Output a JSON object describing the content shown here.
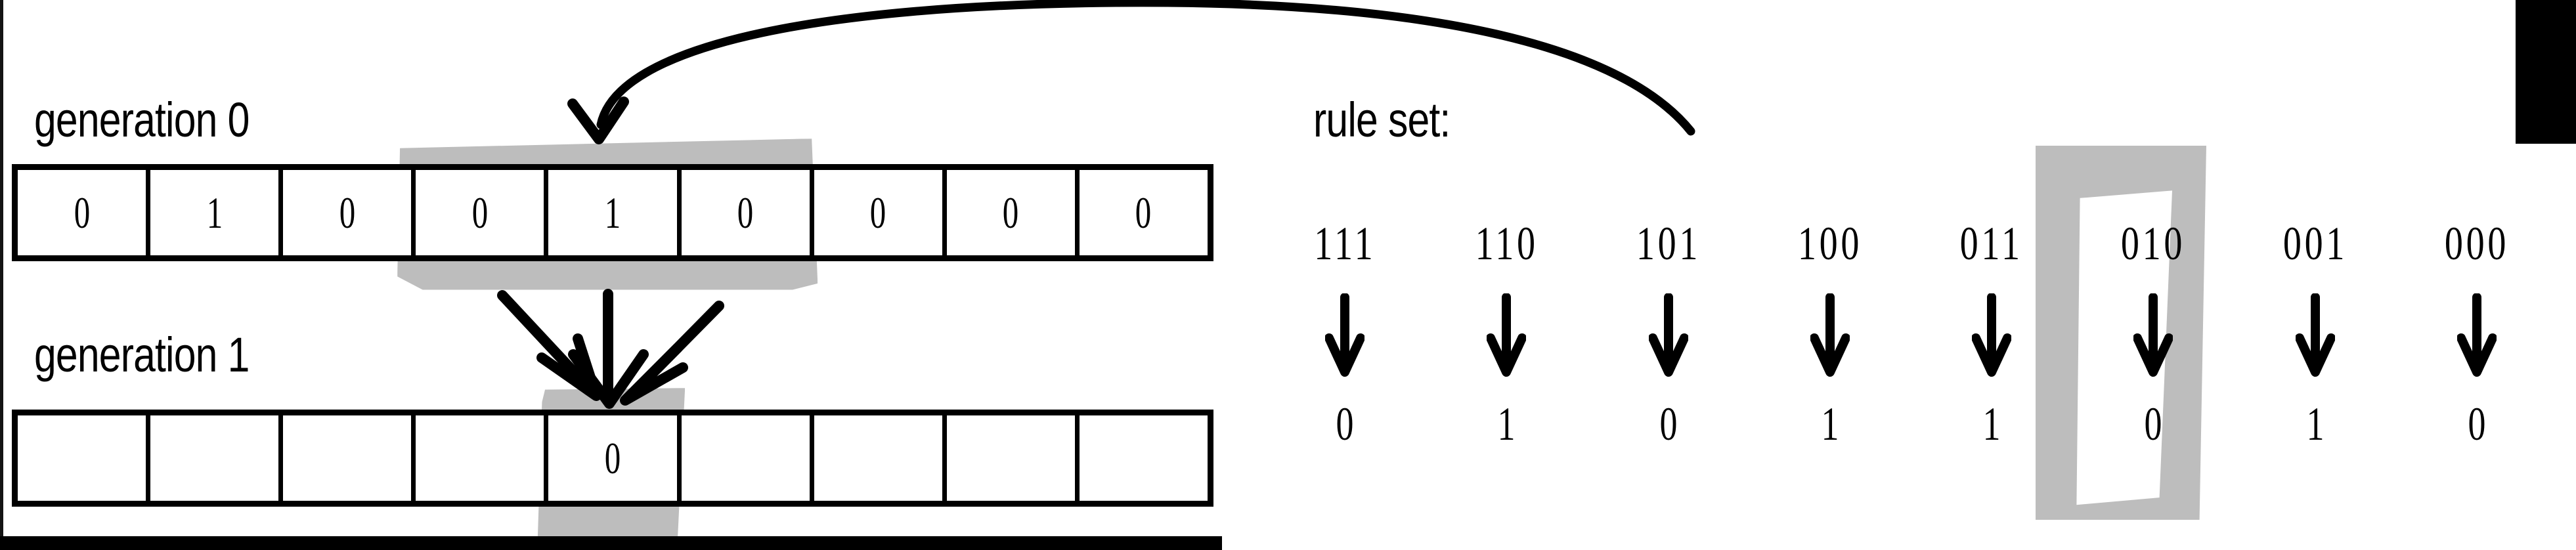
{
  "figure": {
    "kind": "cellular-automaton-rule-diagram",
    "background_color": "#ffffff",
    "ink_color": "#000000",
    "highlighter_color": "#bdbdbd"
  },
  "generation0": {
    "label": "generation 0",
    "cells": [
      "0",
      "1",
      "0",
      "0",
      "1",
      "0",
      "0",
      "0",
      "0"
    ],
    "highlighted_cell_indices": [
      3,
      4,
      5
    ],
    "highlighted_neighborhood": "010"
  },
  "generation1": {
    "label": "generation 1",
    "cells": [
      "",
      "",
      "",
      "",
      "0",
      "",
      "",
      "",
      ""
    ],
    "highlighted_cell_indices": [
      4
    ]
  },
  "ruleset": {
    "label": "rule set:",
    "arrow_glyph": "down-arrow",
    "highlighted_rule_index": 5,
    "rules": [
      {
        "pattern": "111",
        "output": "0"
      },
      {
        "pattern": "110",
        "output": "1"
      },
      {
        "pattern": "101",
        "output": "0"
      },
      {
        "pattern": "100",
        "output": "1"
      },
      {
        "pattern": "011",
        "output": "1"
      },
      {
        "pattern": "010",
        "output": "0"
      },
      {
        "pattern": "001",
        "output": "1"
      },
      {
        "pattern": "000",
        "output": "0"
      }
    ]
  },
  "annotations": {
    "curved_arrow": "curved-arrow-from-ruleset-to-generation0",
    "converging_arrows": "three-arrows-from-gen0-neighborhood-to-gen1-cell"
  }
}
